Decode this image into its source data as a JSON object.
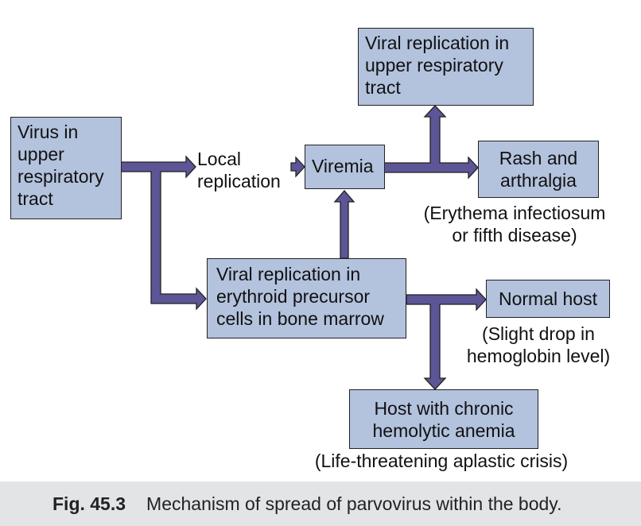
{
  "nodes": {
    "virus_upper_resp": "Virus in\nupper\nrespiratory\ntract",
    "local_replication": "Local\nreplication",
    "viremia": "Viremia",
    "viral_rep_upper": "Viral replication in\nupper respiratory\ntract",
    "rash": "Rash and\narthralgia",
    "erythema_note": "(Erythema infectiosum\nor fifth disease)",
    "viral_rep_erythroid": "Viral replication in\nerythroid precursor\ncells in bone marrow",
    "normal_host": "Normal host",
    "normal_host_note": "(Slight drop in\nhemoglobin level)",
    "chronic_host": "Host with chronic\nhemolytic anemia",
    "chronic_host_note": "(Life-threatening aplastic crisis)"
  },
  "caption": {
    "number": "Fig. 45.3",
    "text": "Mechanism of spread of parvovirus within the body."
  },
  "colors": {
    "box_fill": "#b3c2dd",
    "arrow_fill": "#5c5596",
    "caption_bg": "#e3e4e6"
  }
}
